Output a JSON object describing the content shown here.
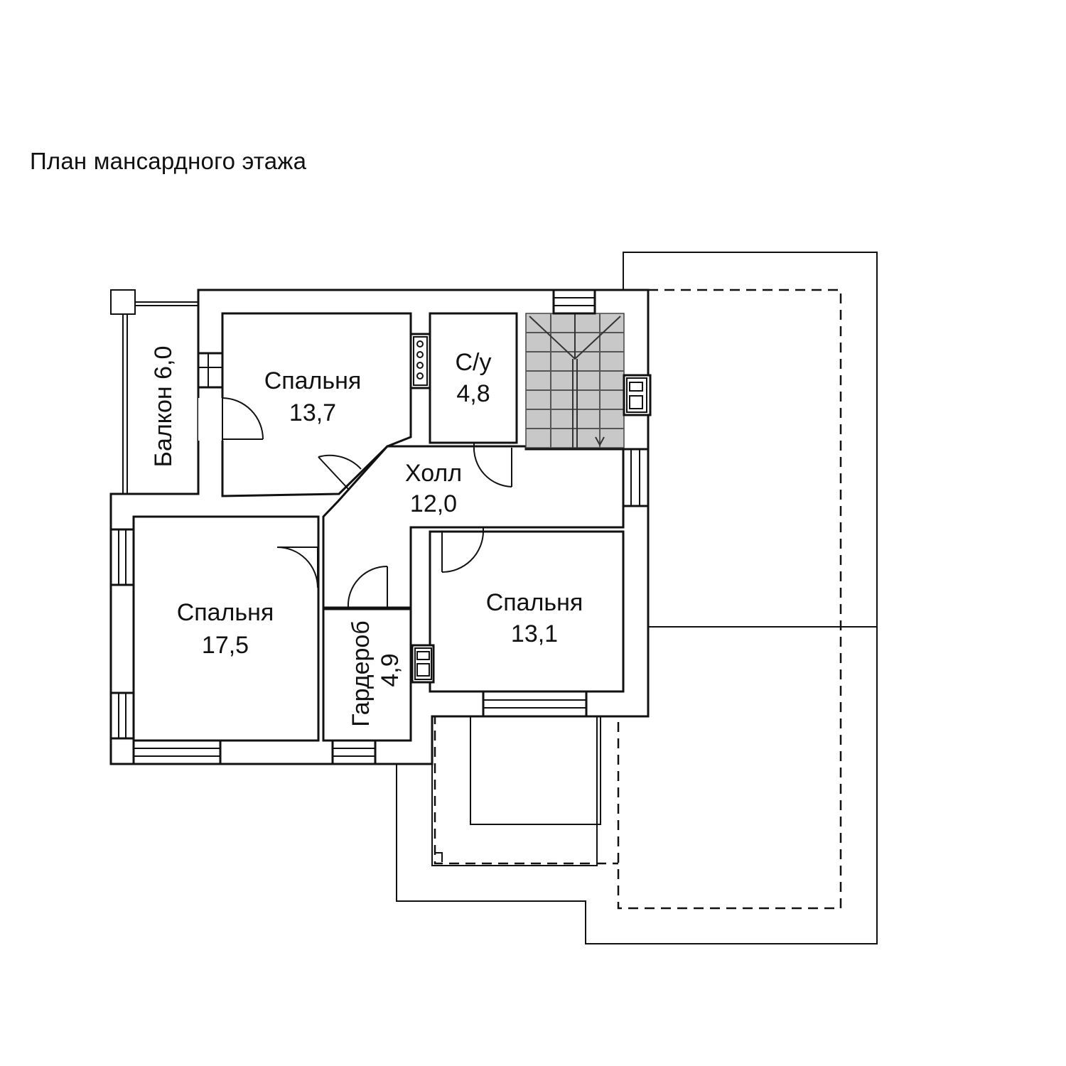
{
  "title": "План мансардного этажа",
  "rooms": {
    "bedroom_1": {
      "name": "Спальня",
      "area": "13,7"
    },
    "bathroom": {
      "name": "С/у",
      "area": "4,8"
    },
    "hall": {
      "name": "Холл",
      "area": "12,0"
    },
    "balcony": {
      "label": "Балкон 6,0"
    },
    "bedroom_2": {
      "name": "Спальня",
      "area": "17,5"
    },
    "wardrobe": {
      "name": "Гардероб",
      "area": "4,9"
    },
    "bedroom_3": {
      "name": "Спальня",
      "area": "13,1"
    }
  },
  "colors": {
    "line": "#111111",
    "stair_fill": "#c8c8c8",
    "background": "#ffffff"
  }
}
